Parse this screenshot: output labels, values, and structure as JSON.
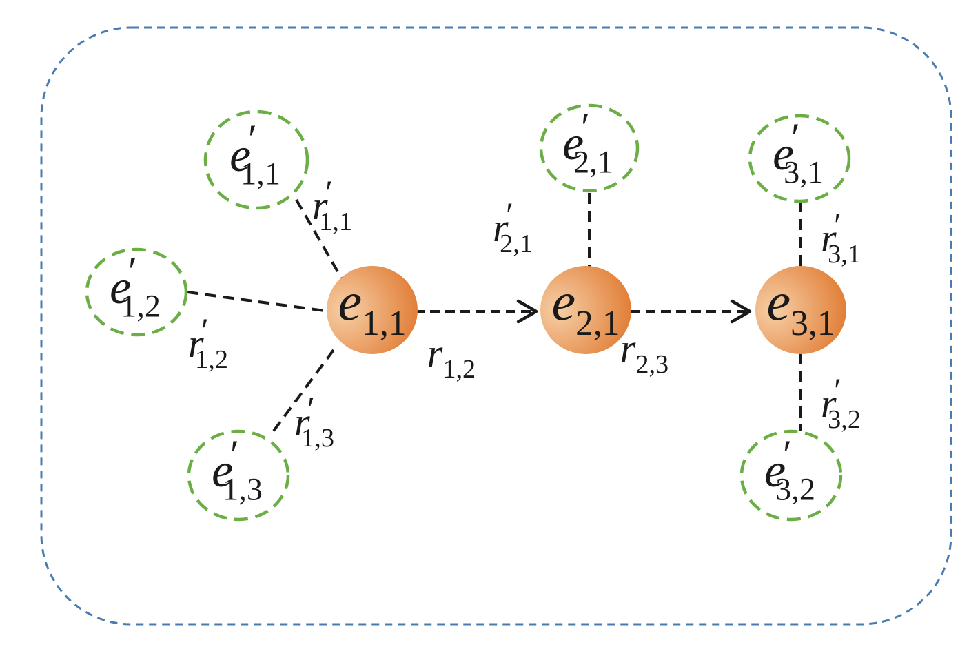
{
  "colors": {
    "border": "#4a7bb0",
    "neighbor_ring": "#6aae45",
    "entity_light": "#f6cfa6",
    "entity_dark": "#e07a32",
    "edge": "#1a1a1a"
  },
  "entities": [
    {
      "id": "e11",
      "base": "e",
      "sub": "1,1",
      "prime": false
    },
    {
      "id": "e21",
      "base": "e",
      "sub": "2,1",
      "prime": false
    },
    {
      "id": "e31",
      "base": "e",
      "sub": "3,1",
      "prime": false
    }
  ],
  "neighbors": [
    {
      "id": "n11",
      "base": "e",
      "sub": "1,1",
      "prime": true
    },
    {
      "id": "n12",
      "base": "e",
      "sub": "1,2",
      "prime": true
    },
    {
      "id": "n13",
      "base": "e",
      "sub": "1,3",
      "prime": true
    },
    {
      "id": "n21",
      "base": "e",
      "sub": "2,1",
      "prime": true
    },
    {
      "id": "n31",
      "base": "e",
      "sub": "3,1",
      "prime": true
    },
    {
      "id": "n32",
      "base": "e",
      "sub": "3,2",
      "prime": true
    }
  ],
  "edge_labels": [
    {
      "id": "r11p",
      "base": "r",
      "sub": "1,1",
      "prime": true
    },
    {
      "id": "r12p",
      "base": "r",
      "sub": "1,2",
      "prime": true
    },
    {
      "id": "r13p",
      "base": "r",
      "sub": "1,3",
      "prime": true
    },
    {
      "id": "r21p",
      "base": "r",
      "sub": "2,1",
      "prime": true
    },
    {
      "id": "r31p",
      "base": "r",
      "sub": "3,1",
      "prime": true
    },
    {
      "id": "r32p",
      "base": "r",
      "sub": "3,2",
      "prime": true
    },
    {
      "id": "r12",
      "base": "r",
      "sub": "1,2",
      "prime": false
    },
    {
      "id": "r23",
      "base": "r",
      "sub": "2,3",
      "prime": false
    }
  ]
}
